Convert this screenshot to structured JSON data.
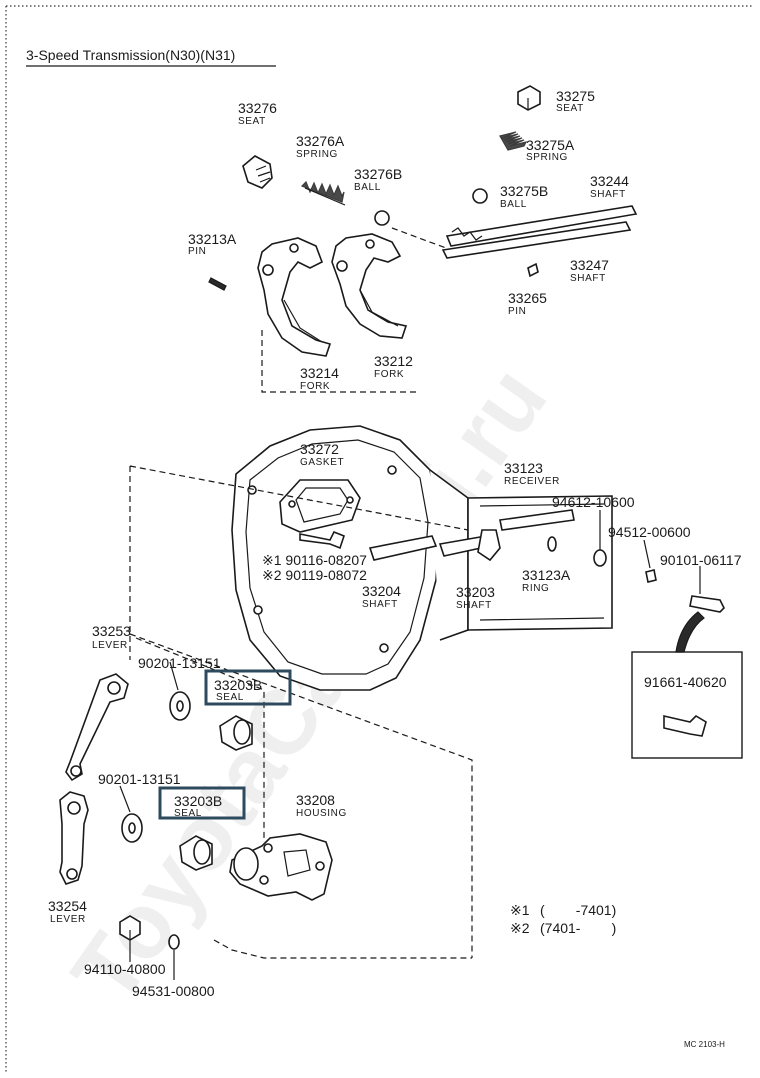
{
  "title": "3-Speed Transmission(N30)(N31)",
  "watermark": "ToyotaCarMini.ru",
  "footer_code": "MC 2103-H",
  "legend": [
    {
      "mark": "※1",
      "text": "(        -7401)"
    },
    {
      "mark": "※2",
      "text": "(7401-        )"
    }
  ],
  "highlight_color": "#2d4a5e",
  "parts": {
    "p33275": {
      "num": "33275",
      "name": "SEAT"
    },
    "p33276": {
      "num": "33276",
      "name": "SEAT"
    },
    "p33276A": {
      "num": "33276A",
      "name": "SPRING"
    },
    "p33275A": {
      "num": "33275A",
      "name": "SPRING"
    },
    "p33276B": {
      "num": "33276B",
      "name": "BALL"
    },
    "p33275B": {
      "num": "33275B",
      "name": "BALL"
    },
    "p33244": {
      "num": "33244",
      "name": "SHAFT"
    },
    "p33213A": {
      "num": "33213A",
      "name": "PIN"
    },
    "p33247": {
      "num": "33247",
      "name": "SHAFT"
    },
    "p33265": {
      "num": "33265",
      "name": "PIN"
    },
    "p33212": {
      "num": "33212",
      "name": "FORK"
    },
    "p33214": {
      "num": "33214",
      "name": "FORK"
    },
    "p33272": {
      "num": "33272",
      "name": "GASKET"
    },
    "p33123": {
      "num": "33123",
      "name": "RECEIVER"
    },
    "p94612": {
      "num": "94612-10600"
    },
    "p94512": {
      "num": "94512-00600"
    },
    "p90101": {
      "num": "90101-06117"
    },
    "p90116": {
      "num": "※1 90116-08207"
    },
    "p90119": {
      "num": "※2 90119-08072"
    },
    "p33204": {
      "num": "33204",
      "name": "SHAFT"
    },
    "p33203": {
      "num": "33203",
      "name": "SHAFT"
    },
    "p33123A": {
      "num": "33123A",
      "name": "RING"
    },
    "p33253": {
      "num": "33253",
      "name": "LEVER"
    },
    "p90201a": {
      "num": "90201-13151"
    },
    "p33203Ba": {
      "num": "33203B",
      "name": "SEAL"
    },
    "p91661": {
      "num": "91661-40620"
    },
    "p90201b": {
      "num": "90201-13151"
    },
    "p33203Bb": {
      "num": "33203B",
      "name": "SEAL"
    },
    "p33208": {
      "num": "33208",
      "name": "HOUSING"
    },
    "p33254": {
      "num": "33254",
      "name": "LEVER"
    },
    "p94110": {
      "num": "94110-40800"
    },
    "p94531": {
      "num": "94531-00800"
    }
  }
}
